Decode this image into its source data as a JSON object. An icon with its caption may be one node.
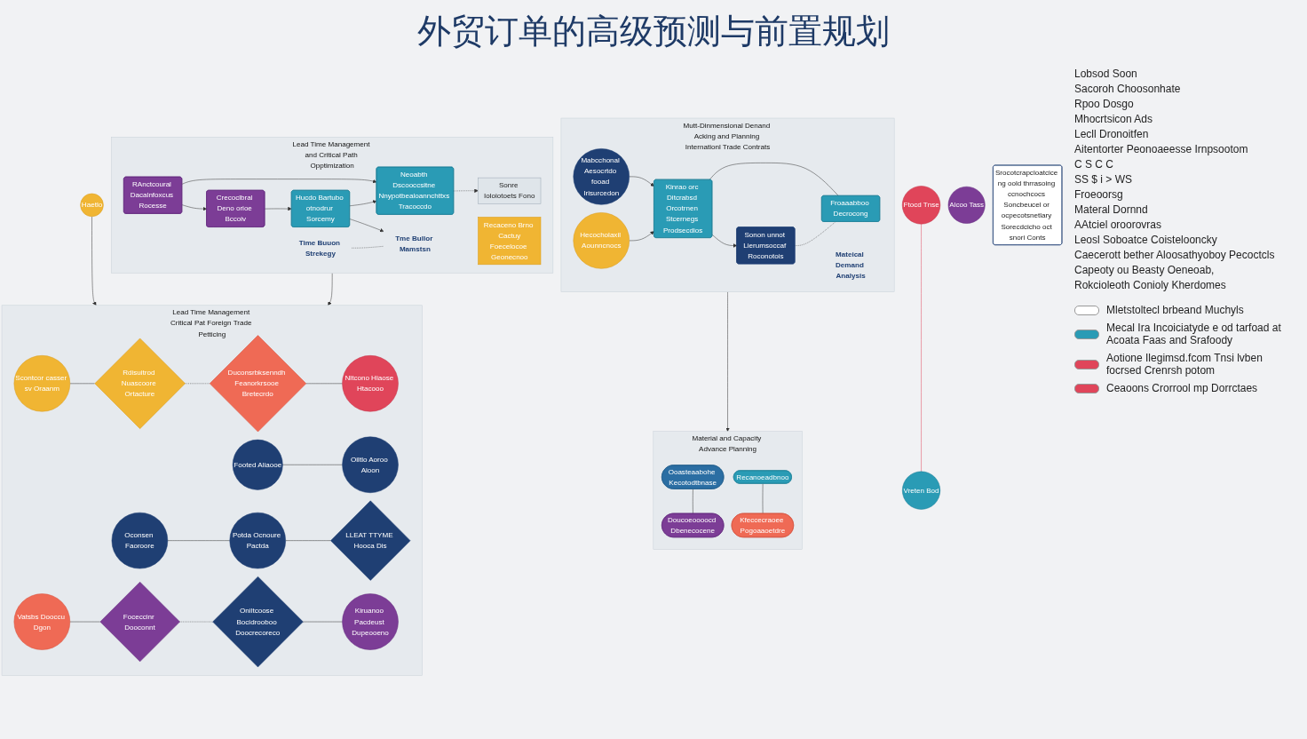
{
  "diagram": {
    "title": "外贸订单的高级预测与前置规划",
    "nodes": [
      {
        "text": [
          "Mutt-Dinmensional Denand Acking and Planning Internationl Trade Contrats"
        ]
      },
      {
        "text": [
          "Mabcchonal Aesocrtdo fooad Irisurcedon"
        ],
        "in": 0
      },
      {
        "text": [
          "Hecocholaxil Aounncnocs"
        ],
        "in": 0
      },
      {
        "text": [
          "Kinrao orc Ditcrabsd Orcotrnen Stcernegs Prodsecdios"
        ],
        "in": 0
      },
      {
        "text": [
          "Sonon unnot Lierumsoccaf Roconotois"
        ],
        "in": 0
      },
      {
        "text": [
          "Froaaabboo Decrocong"
        ],
        "in": 0
      },
      {
        "text": [
          "Mateical Demand Analysis"
        ],
        "in": 0
      },
      {
        "text": [
          "Lead Time Management Critical Pat Foreign Trade Petticing"
        ]
      },
      {
        "text": [
          "Scontcor casser sv Oraanm"
        ],
        "in": 7
      },
      {
        "text": [
          "Rdisuitrod Nuascoore Ortacture"
        ],
        "in": 7
      },
      {
        "text": [
          "Duconsrbksenndh Feanorkrsooe Bretecrdo"
        ],
        "in": 7
      },
      {
        "text": [
          "Nltcono Hiaose Htacooo"
        ],
        "in": 7
      },
      {
        "text": [
          "Oconsen Faoroore"
        ],
        "in": 7
      },
      {
        "text": [
          "Footed Aliaooe"
        ],
        "in": 7
      },
      {
        "text": [
          "LLEAT TTYME Hooca Dis"
        ],
        "in": 7
      },
      {
        "text": [
          "Potda Ocnoure Pactda"
        ],
        "in": 7
      },
      {
        "text": [
          "Oiltlo Aoroo Aioon"
        ],
        "in": 7
      },
      {
        "text": [
          "Vatsbs Dooccu Dgon"
        ],
        "in": 7
      },
      {
        "text": [
          "Foceccinr Dooconnt"
        ],
        "in": 7
      },
      {
        "text": [
          "Oniltcoose Bocidrooboo Doocrecoreco"
        ],
        "in": 7
      },
      {
        "text": [
          "Kiruanoo Pacdeust Dupeooeno"
        ],
        "in": 7
      },
      {
        "text": [
          "Haetlo"
        ]
      },
      {
        "text": [
          "Ftocd Tnse"
        ]
      },
      {
        "text": [
          "Vreten Bod"
        ]
      },
      {
        "text": [
          "Alcoo Tass"
        ]
      },
      {
        "text": [
          "Lead Time Management and Critical Path Opptimization"
        ]
      },
      {
        "text": [
          "RAnctcoural Dacalnfoxcus Rocesse"
        ],
        "in": 25
      },
      {
        "text": [
          "Crecoclbral Deno orioe Bccoiv"
        ],
        "in": 25
      },
      {
        "text": [
          "Neoabth Dscooccsitne Nnypotbealoannchttxs Tracoccdo"
        ],
        "in": 25
      },
      {
        "text": [
          "Hucdo Bartubo otnodrur Sorcemy"
        ],
        "in": 25
      },
      {
        "text": [
          "Recaceno Brno Cactuy",
          "Foecelocoe Geonecnoo"
        ],
        "in": 25
      },
      {
        "text": [
          "Sonre Ioloiotoets Fono"
        ],
        "in": 25
      },
      {
        "text": [
          "Time Buuon Strekegy"
        ],
        "in": 25
      },
      {
        "text": [
          "Tme Bullor Mamstsn"
        ],
        "in": 25
      },
      {
        "text": [
          "Material and Capacity Advance Planning"
        ]
      },
      {
        "text": [
          "Ooasteaabohe Kecotodtbnase"
        ],
        "in": 34
      },
      {
        "text": [
          "Doucoeoooocd Dbenecocene"
        ],
        "in": 34
      },
      {
        "text": [
          "Recanoeadbnoo"
        ],
        "in": 34
      },
      {
        "text": [
          "Kfeccecraoee Pogoaaoetdre"
        ],
        "in": 34
      },
      {
        "text": [
          "Srocotcrapcloatcice ng oold thrrasoing ccnochcocs Soncbeucel or ocpecotsnetlary Sorecdcicho oct snori Conts"
        ]
      }
    ],
    "edges": [
      {
        "from": 1,
        "to": 3,
        "arrow": "to"
      },
      {
        "from": 2,
        "to": 3,
        "arrow": "to"
      },
      {
        "from": 3,
        "to": 4,
        "arrow": "to"
      },
      {
        "from": 3,
        "to": 5,
        "arrow": "none"
      },
      {
        "from": 4,
        "to": 5,
        "arrow": "none",
        "style": "dashed"
      },
      {
        "from": 8,
        "to": 9,
        "arrow": "none"
      },
      {
        "from": 9,
        "to": 10,
        "arrow": "none",
        "style": "dashed"
      },
      {
        "from": 10,
        "to": 11,
        "arrow": "none"
      },
      {
        "from": 12,
        "to": 15,
        "arrow": "none"
      },
      {
        "from": 13,
        "to": 16,
        "arrow": "none"
      },
      {
        "from": 15,
        "to": 14,
        "arrow": "none"
      },
      {
        "from": 17,
        "to": 18,
        "arrow": "none"
      },
      {
        "from": 18,
        "to": 19,
        "arrow": "none",
        "style": "dashed"
      },
      {
        "from": 19,
        "to": 20,
        "arrow": "none"
      },
      {
        "from": 21,
        "to": 7,
        "arrow": "to"
      },
      {
        "from": 22,
        "to": 23,
        "arrow": "none",
        "color": "#e0455a"
      },
      {
        "from": 25,
        "to": 7,
        "arrow": "to"
      },
      {
        "from": 26,
        "to": 27,
        "arrow": "to"
      },
      {
        "from": 26,
        "to": 28,
        "arrow": "to"
      },
      {
        "from": 27,
        "to": 29,
        "arrow": "to"
      },
      {
        "from": 29,
        "to": 28,
        "arrow": "to"
      },
      {
        "from": 28,
        "to": 31,
        "arrow": "to",
        "style": "dashed"
      },
      {
        "from": 29,
        "to": 33,
        "arrow": "to"
      },
      {
        "from": 32,
        "to": 33,
        "arrow": "none",
        "style": "dashed"
      },
      {
        "from": 35,
        "to": 36,
        "arrow": "none"
      },
      {
        "from": 37,
        "to": 38,
        "arrow": "none"
      },
      {
        "from": 0,
        "to": 34,
        "arrow": "to"
      }
    ],
    "labels": [
      "Lobsod Soon",
      "Sacoroh Choosonhate",
      "Rpoo Dosgo",
      "Mhocrtsicon Ads",
      "Lecll Dronoitfen",
      "Aitentorter Peonoaeesse Irnpsootom",
      "C S C C",
      "SS $ i > WS",
      "Froeoorsg",
      "Materal Dornnd",
      "AAtciel oroorovras",
      "Leosl Soboatce Coistelooncky",
      "Caecerott bether Aloosathyoboy Pecoctcls",
      "Capeoty ou Beasty Oeneoab,",
      "Rokcioleoth Conioly Kherdomes"
    ],
    "legend": [
      {
        "text": "Mletstoltecl brbeand Muchyls",
        "color": "#ffffff"
      },
      {
        "text": "Mecal Ira Incoiciatyde e od tarfoad at Acoata Faas and Srafoody",
        "color": "#2a9bb5"
      },
      {
        "text": "Aotione Ilegimsd.fcom Tnsi lvben focrsed Crenrsh potom",
        "color": "#e0455a"
      },
      {
        "text": "Ceaoons Crorrool mp Dorrctaes",
        "color": "#e0455a"
      }
    ]
  }
}
